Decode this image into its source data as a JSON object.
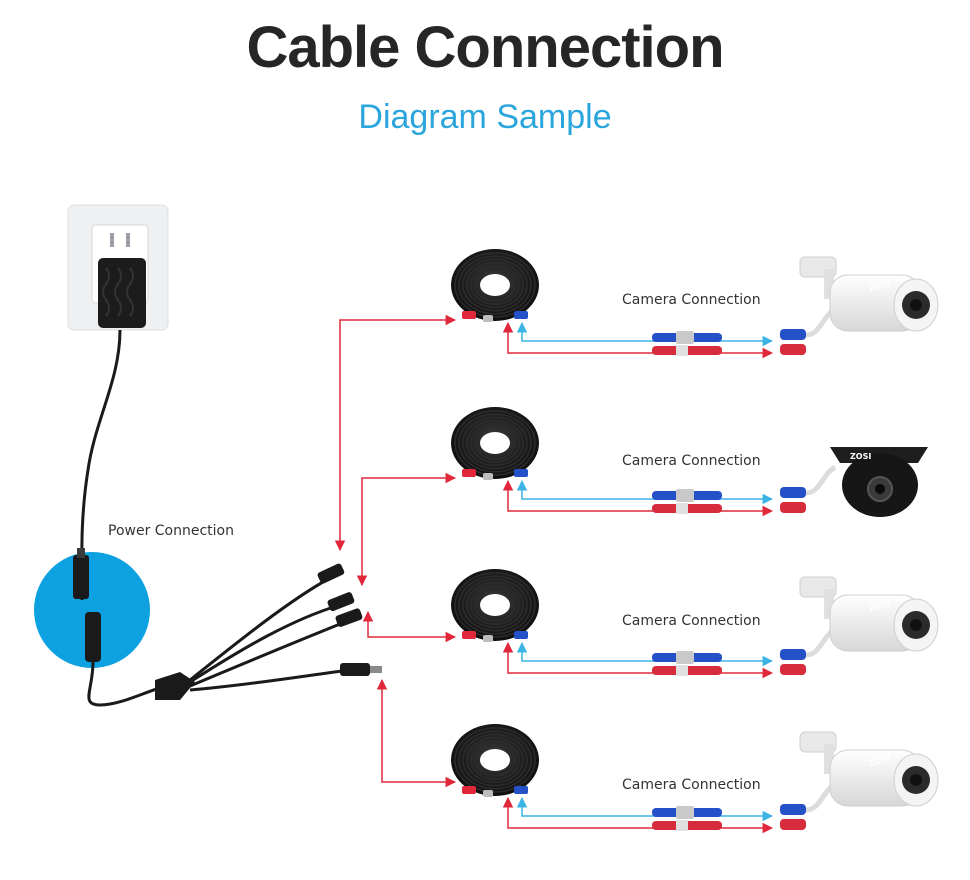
{
  "header": {
    "title": "Cable Connection",
    "subtitle": "Diagram Sample"
  },
  "labels": {
    "power_connection": "Power Connection",
    "camera_connections": [
      "Camera Connection",
      "Camera Connection",
      "Camera Connection",
      "Camera Connection"
    ]
  },
  "camera_brand": "ZOSI",
  "colors": {
    "power_arrow": "#e0283a",
    "video_arrow": "#3cb4e6",
    "subtitle": "#2aa6dc",
    "highlight_circle": "#0ea1e1",
    "cable": "#1a1a1a"
  },
  "icons": [
    "wall-outlet-icon",
    "power-adapter-icon",
    "cable-coil-icon",
    "splitter-icon",
    "bullet-camera-icon",
    "dome-camera-icon"
  ]
}
